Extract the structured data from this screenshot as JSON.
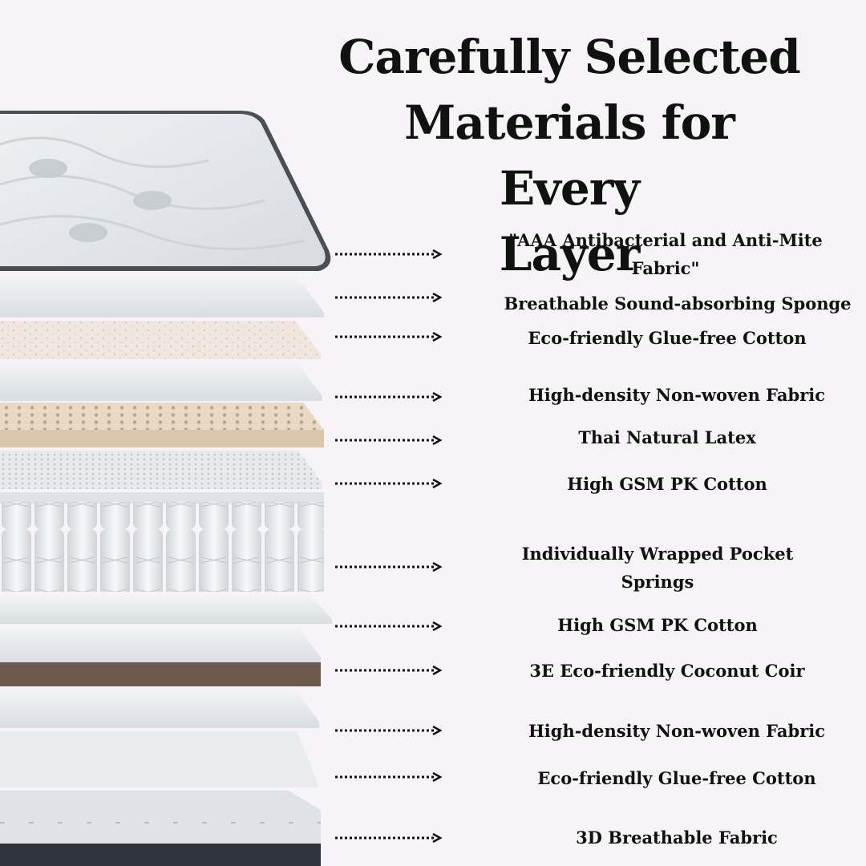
{
  "title_lines": [
    "Carefully Selected",
    "Materials for Every",
    "Layer"
  ],
  "layers": [
    "\"AAA Antibacterial and Anti-Mite Fabric\"",
    "Breathable Sound-absorbing Sponge",
    "Eco-friendly Glue-free Cotton",
    "High-density Non-woven Fabric",
    "Thai Natural Latex",
    "High GSM PK Cotton",
    "Individually Wrapped Pocket Springs",
    "High GSM PK Cotton",
    "3E Eco-friendly Coconut Coir",
    "High-density Non-woven Fabric",
    "Eco-friendly Glue-free Cotton",
    "3D Breathable Fabric"
  ],
  "colors": {
    "background": "#f6f4f6",
    "text": "#111111",
    "latex": "#ead9c4",
    "coir": "#6b5a4b",
    "fabric": "#e6e8ec"
  }
}
